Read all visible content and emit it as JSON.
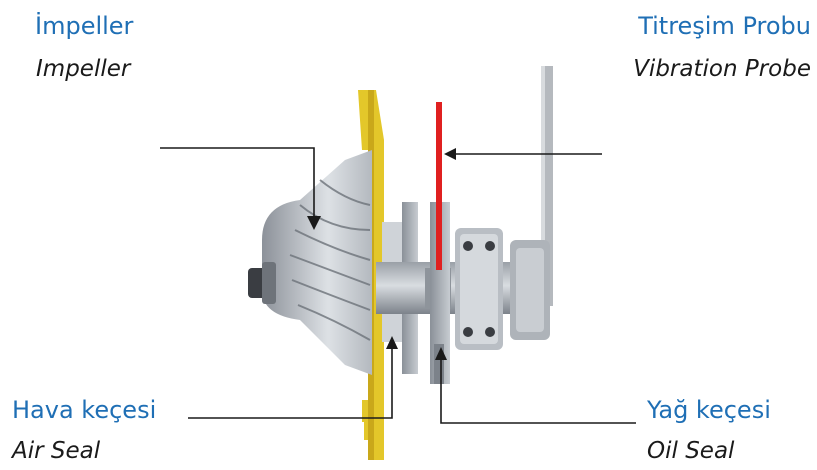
{
  "labels": {
    "impeller": {
      "tr": "İmpeller",
      "en": "Impeller"
    },
    "vibration_probe": {
      "tr": "Titreşim Probu",
      "en": "Vibration Probe"
    },
    "air_seal": {
      "tr": "Hava keçesi",
      "en": "Air Seal"
    },
    "oil_seal": {
      "tr": "Yağ keçesi",
      "en": "Oil Seal"
    }
  },
  "colors": {
    "label_tr": "#1f6fb5",
    "label_en": "#1a1a1a",
    "probe": "#e02020",
    "housing_yellow": "#e3c72a",
    "metal": "#a9adb3"
  }
}
